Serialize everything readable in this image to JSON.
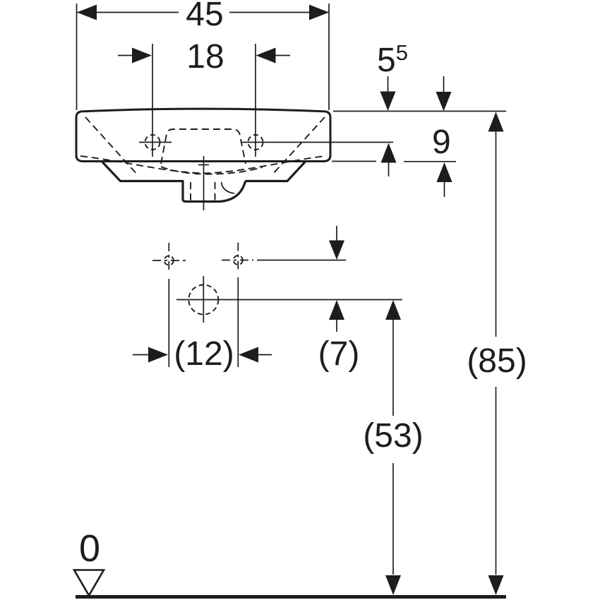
{
  "colors": {
    "ink": "#1d1d1b",
    "paper": "#ffffff"
  },
  "drawing": {
    "labels": {
      "overall_width": "45",
      "tap_hole_spacing": "18",
      "tap_offset_main": "5",
      "tap_offset_sup": "5",
      "rim_to_body_bottom": "9",
      "fixing_hole_spacing": "(12)",
      "fixing_to_drain": "(7)",
      "floor_to_drain": "(53)",
      "floor_to_rim": "(85)",
      "floor_datum": "0"
    },
    "icons": {
      "datum_marker": "open-triangle-datum"
    }
  }
}
